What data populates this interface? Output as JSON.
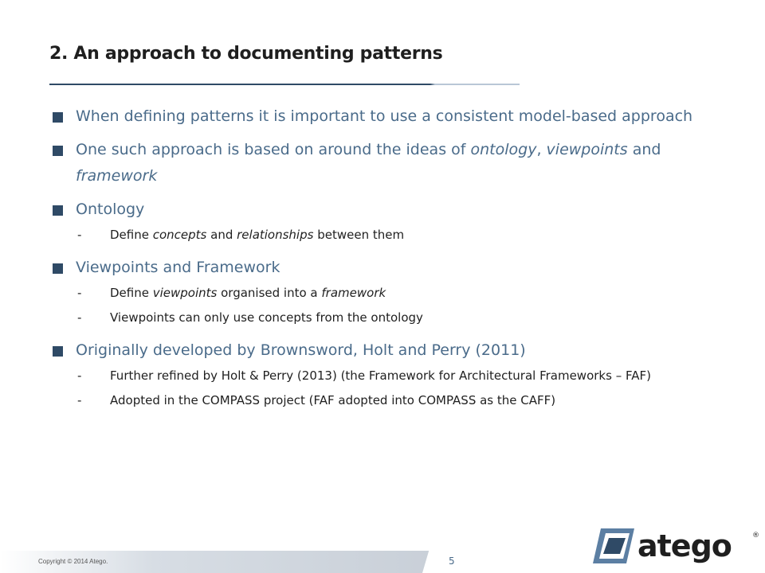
{
  "slide": {
    "title": "2. An approach to documenting patterns",
    "items": [
      {
        "type": "bullet",
        "segments": [
          {
            "text": "When defining patterns it is important to use a consistent model-based approach"
          }
        ]
      },
      {
        "type": "bullet",
        "segments": [
          {
            "text": "One such approach is based on around the ideas of "
          },
          {
            "text": "ontology",
            "italic": true
          },
          {
            "text": ", "
          },
          {
            "text": "viewpoints",
            "italic": true
          },
          {
            "text": " and "
          },
          {
            "text": "framework",
            "italic": true
          }
        ]
      },
      {
        "type": "bullet",
        "segments": [
          {
            "text": "Ontology"
          }
        ]
      },
      {
        "type": "sub",
        "segments": [
          {
            "text": "Define "
          },
          {
            "text": "concepts",
            "italic": true
          },
          {
            "text": " and "
          },
          {
            "text": "relationships",
            "italic": true
          },
          {
            "text": " between them"
          }
        ]
      },
      {
        "type": "bullet",
        "segments": [
          {
            "text": "Viewpoints and Framework"
          }
        ]
      },
      {
        "type": "sub",
        "segments": [
          {
            "text": "Define "
          },
          {
            "text": "viewpoints",
            "italic": true
          },
          {
            "text": " organised into a "
          },
          {
            "text": "framework",
            "italic": true
          }
        ]
      },
      {
        "type": "sub",
        "segments": [
          {
            "text": "Viewpoints can only use concepts from the ontology"
          }
        ]
      },
      {
        "type": "bullet",
        "segments": [
          {
            "text": "Originally developed by Brownsword, Holt and Perry (2011)"
          }
        ]
      },
      {
        "type": "sub",
        "segments": [
          {
            "text": "Further refined by Holt & Perry (2013) (the Framework for Architectural Frameworks – FAF)"
          }
        ]
      },
      {
        "type": "sub",
        "segments": [
          {
            "text": "Adopted in the COMPASS project (FAF adopted into COMPASS as the CAFF)"
          }
        ]
      }
    ],
    "sub_marker": "-"
  },
  "footer": {
    "copyright": "Copyright © 2014 Atego.",
    "page_number": "5",
    "logo_text": "atego",
    "logo_mark": "®"
  },
  "colors": {
    "title": "#1f1f1f",
    "bullet_text": "#4a6b8a",
    "bullet_marker": "#2f4a66",
    "sub_text": "#1f1f1f"
  }
}
